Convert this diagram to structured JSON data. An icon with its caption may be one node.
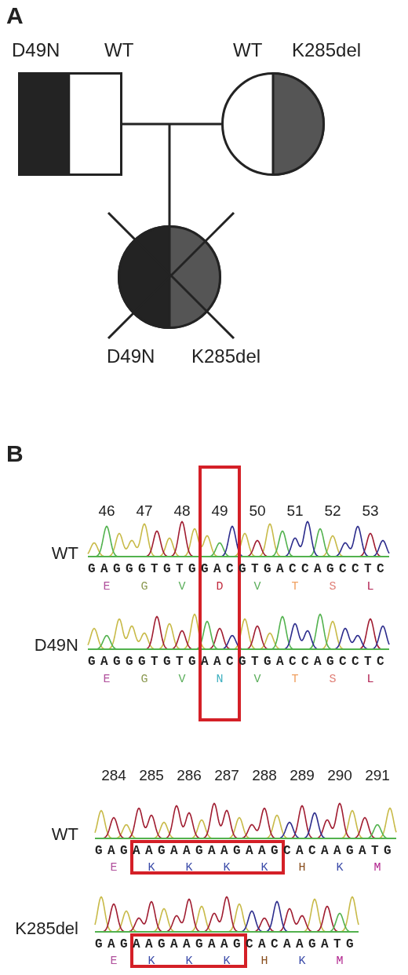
{
  "diagram": {
    "nodes": [
      {
        "text": [
          "D49N",
          "WT"
        ]
      },
      {
        "text": [
          "WT",
          "K285del"
        ]
      },
      {
        "text": [
          "D49N",
          "K285del"
        ]
      }
    ],
    "edges": [
      {
        "from": 0,
        "to": 1,
        "arrow": "none"
      },
      {
        "from": null,
        "to": 2,
        "arrow": "none"
      }
    ],
    "labels": [
      "A",
      "B",
      "46",
      "47",
      "48",
      "49",
      "50",
      "51",
      "52",
      "53",
      "WT",
      "GAGGGTGTGGACGTGACCAGCCTC",
      "E",
      "G",
      "V",
      "D",
      "V",
      "T",
      "S",
      "L",
      "D49N",
      "GAGGGTGTGAACGTGACCAGCCTC",
      "E",
      "G",
      "V",
      "N",
      "V",
      "T",
      "S",
      "L",
      "284",
      "285",
      "286",
      "287",
      "288",
      "289",
      "290",
      "291",
      "WT",
      "GAGAAGAAGAAGAAGCACAAGATG",
      "E",
      "K",
      "K",
      "K",
      "K",
      "H",
      "K",
      "M",
      "K285del",
      "GAGAAGAAGAAGCACAAGATG",
      "E",
      "K",
      "K",
      "K",
      "H",
      "K",
      "M"
    ]
  }
}
